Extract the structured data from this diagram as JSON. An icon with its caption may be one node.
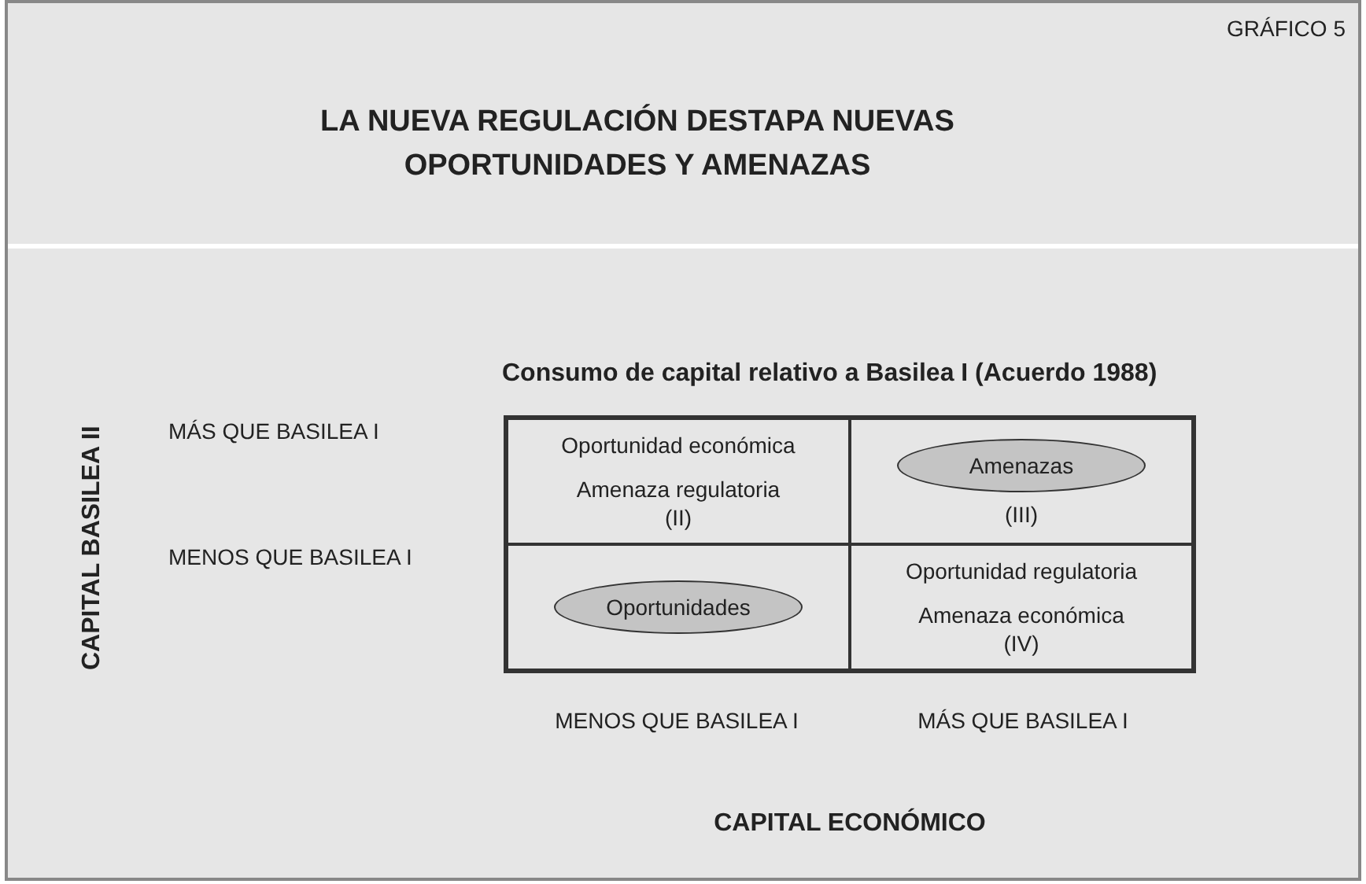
{
  "diagram": {
    "title": "LA NUEVA REGULACIÓN DESTAPA NUEVAS OPORTUNIDADES Y AMENAZAS",
    "nodes": [
      {
        "text": [
          "Oportunidad económica",
          "Amenaza regulatoria",
          "(II)"
        ]
      },
      {
        "text": [
          "(III)"
        ]
      },
      {
        "text": [
          "Amenazas"
        ],
        "in": 1
      },
      {
        "text": [],
        "shape": "box"
      },
      {
        "text": [
          "Oportunidades"
        ],
        "in": 3
      },
      {
        "text": [
          "Oportunidad regulatoria",
          "Amenaza económica",
          "(IV)"
        ]
      }
    ],
    "edges": [],
    "labels": [
      "GRÁFICO 5",
      "Consumo de capital relativo a Basilea I (Acuerdo 1988)",
      "CAPITAL BASILEA II",
      "MÁS QUE BASILEA I",
      "MENOS QUE BASILEA I",
      "MENOS QUE BASILEA I",
      "MÁS QUE BASILEA I",
      "CAPITAL ECONÓMICO"
    ]
  }
}
